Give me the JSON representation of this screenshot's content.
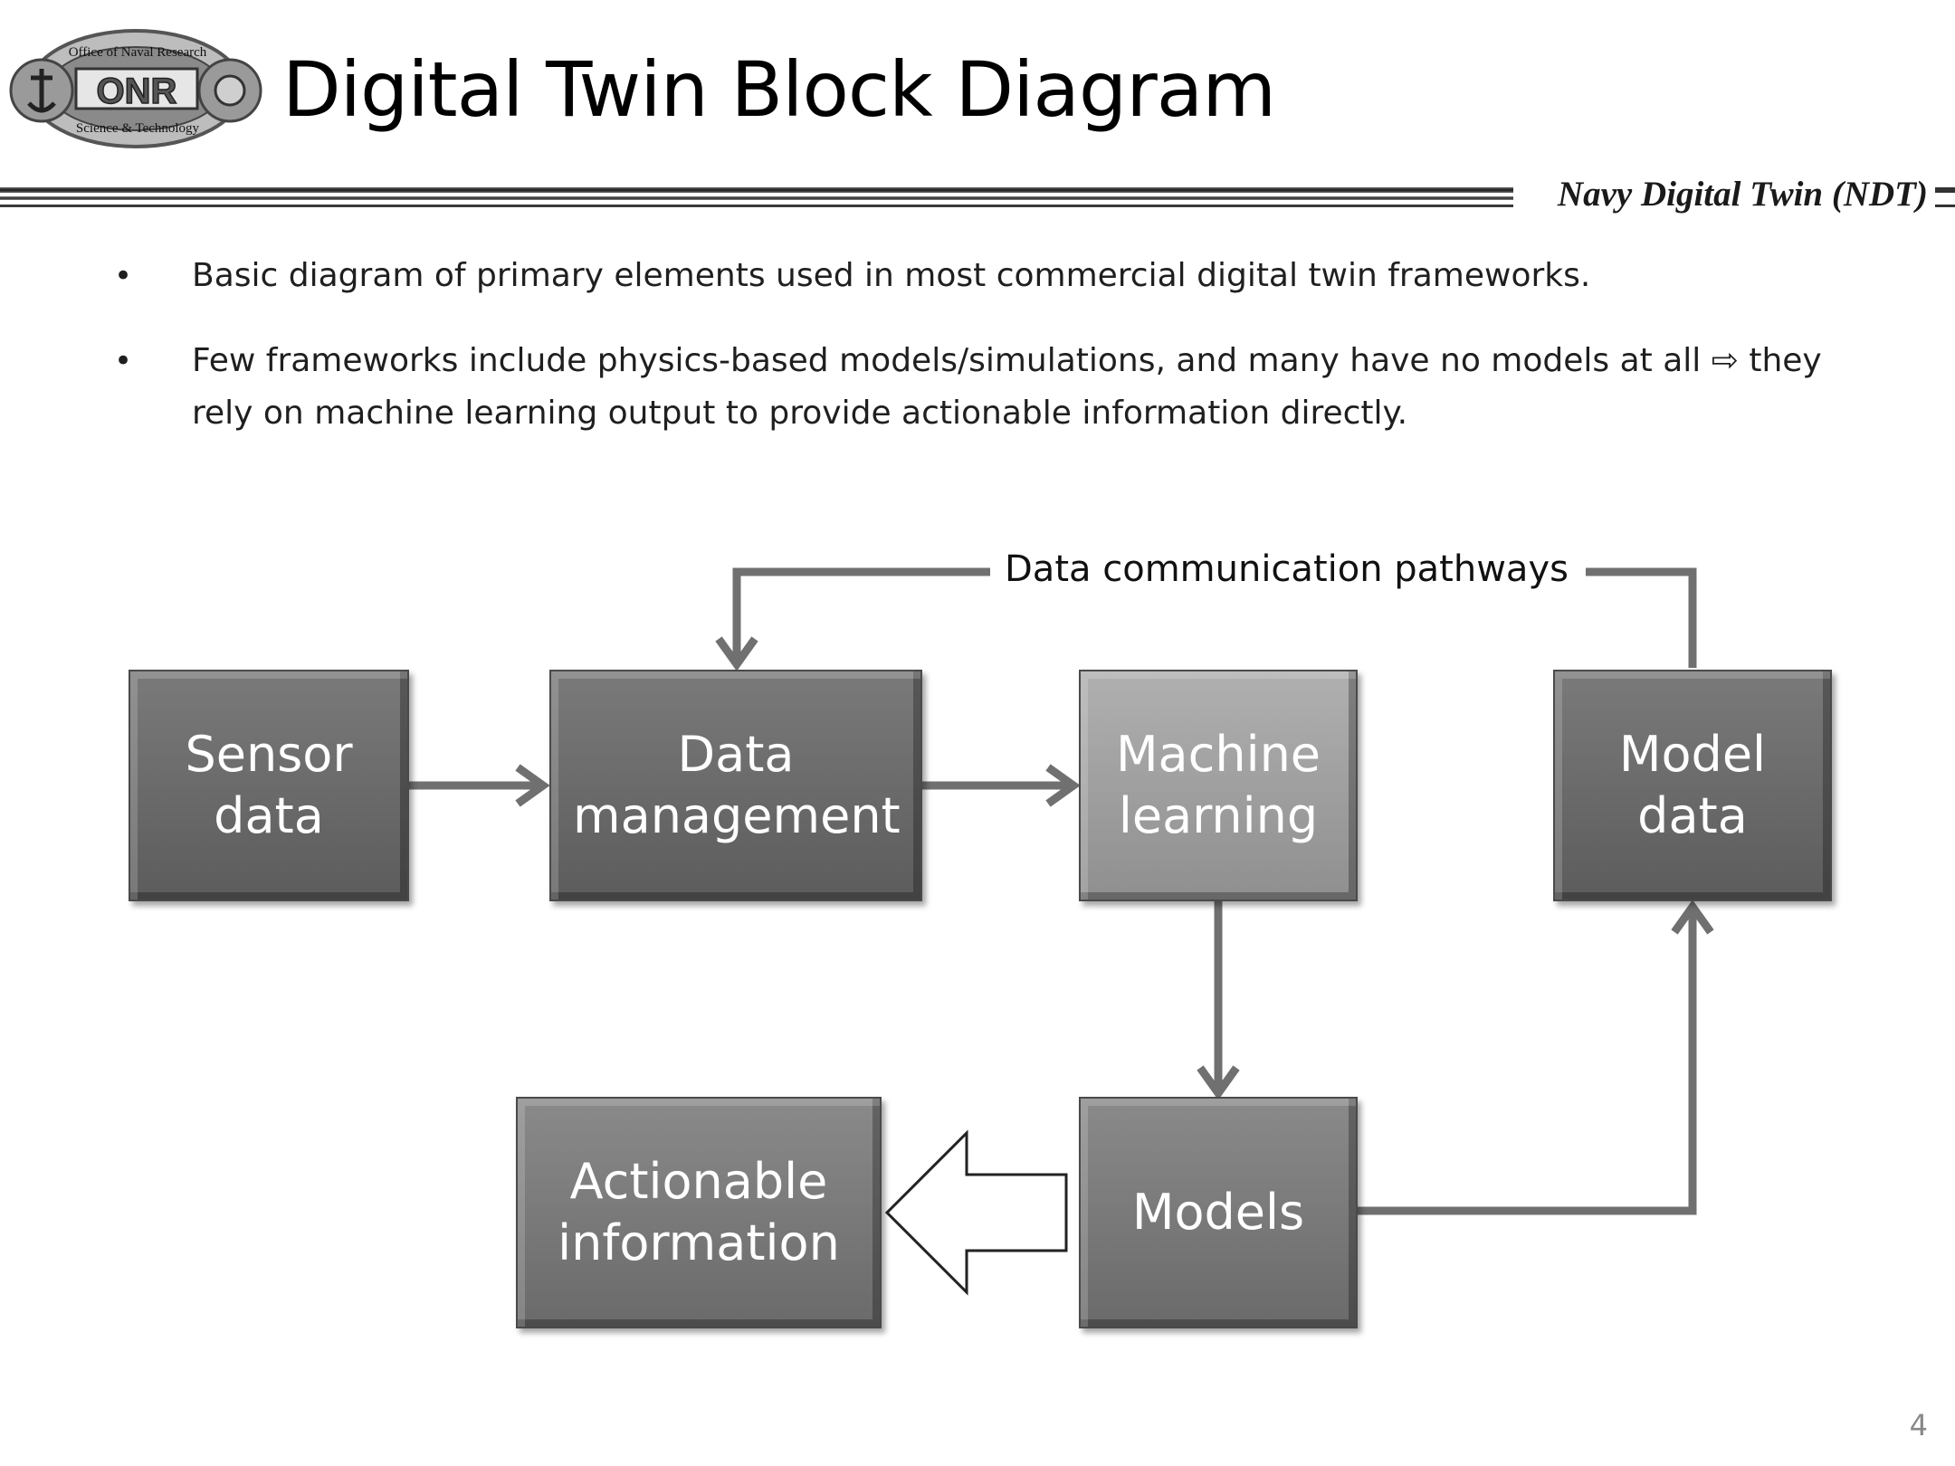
{
  "header": {
    "title": "Digital Twin Block Diagram",
    "subtitle": "Navy Digital Twin (NDT)",
    "logo": {
      "text_top": "Office of Naval Research",
      "text_bottom": "Science & Technology",
      "letters": "ONR"
    }
  },
  "bullets": [
    {
      "text": "Basic diagram of primary elements used in most commercial digital twin frameworks."
    },
    {
      "text": "Few frameworks include physics-based models/simulations, and many have no models at all ⇨ they rely on machine learning output to provide actionable information directly."
    }
  ],
  "diagram": {
    "pathway_label": "Data communication pathways",
    "nodes": {
      "sensor": "Sensor data",
      "data_management": "Data management",
      "machine_learning": "Machine learning",
      "model_data": "Model data",
      "actionable": "Actionable information",
      "models": "Models"
    },
    "colors": {
      "box_dark": "#6a6a6a",
      "box_light": "#9e9e9e",
      "arrow": "#707070"
    }
  },
  "page_number": "4"
}
